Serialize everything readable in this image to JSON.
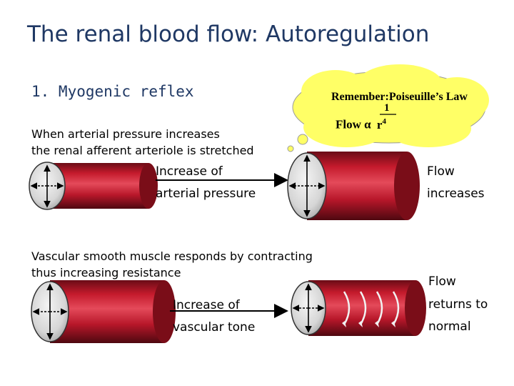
{
  "slide": {
    "title": "The renal blood flow: Autoregulation",
    "subtitle": "1. Myogenic reflex",
    "intro_line1": "When arterial pressure increases",
    "intro_line2": "the renal afferent arteriole is stretched",
    "step1_label_line1": "Increase of",
    "step1_label_line2": "arterial pressure",
    "step1_result_line1": "Flow",
    "step1_result_line2": "increases",
    "response_line1": "Vascular smooth muscle responds by contracting",
    "response_line2": "thus increasing resistance",
    "step2_label_line1": "Increase of",
    "step2_label_line2": "vascular tone",
    "step2_result_line1": "Flow",
    "step2_result_line2": "returns to",
    "step2_result_line3": "normal"
  },
  "cloud": {
    "heading": "Remember:Poiseuille’s Law",
    "numerator": "1",
    "flow": "Flow",
    "alpha": "α",
    "r": "r",
    "exponent": "4"
  },
  "colors": {
    "title": "#1f3864",
    "cloud_fill": "#ffff66",
    "vessel_dark": "#5c0a12",
    "vessel_mid": "#c0182a",
    "vessel_light": "#e0384a"
  }
}
